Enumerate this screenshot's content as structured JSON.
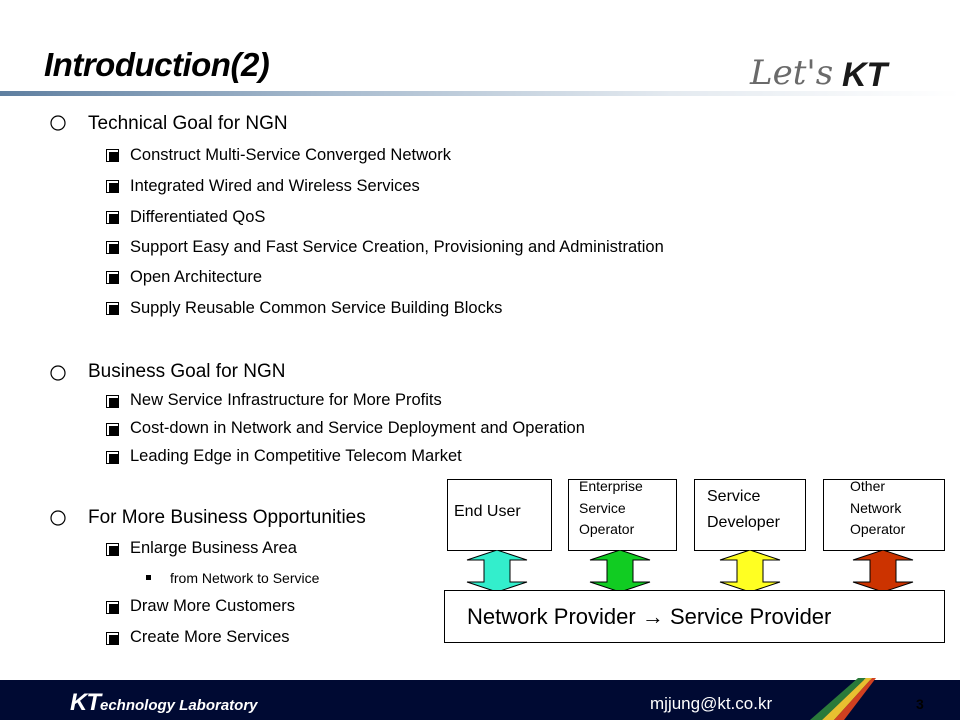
{
  "slide": {
    "title": "Introduction(2)",
    "sections": [
      {
        "heading": "Technical Goal for NGN",
        "items": [
          "Construct Multi-Service Converged Network",
          "Integrated Wired and Wireless Services",
          "Differentiated QoS",
          "Support Easy and Fast Service Creation, Provisioning and Administration",
          "Open Architecture",
          "Supply Reusable Common Service Building Blocks"
        ]
      },
      {
        "heading": "Business Goal for NGN",
        "items": [
          "New Service Infrastructure for More Profits",
          "Cost-down in Network and Service Deployment and Operation",
          "Leading Edge in Competitive Telecom Market"
        ]
      },
      {
        "heading": "For More Business Opportunities",
        "items": [
          "Enlarge Business Area",
          "from Network to Service",
          "Draw More Customers",
          "Create More Services"
        ]
      }
    ]
  },
  "diagram": {
    "boxes": [
      {
        "lines": [
          "End User"
        ]
      },
      {
        "lines": [
          "Enterprise",
          "Service",
          "Operator"
        ]
      },
      {
        "lines": [
          "Service",
          "Developer"
        ]
      },
      {
        "lines": [
          "Other",
          "Network",
          "Operator"
        ]
      }
    ],
    "provider_from": "Network Provider",
    "provider_arrow": "→",
    "provider_to": "Service Provider",
    "arrow_colors": [
      "#33eecc",
      "#11cc22",
      "#ffff22",
      "#cc3300"
    ]
  },
  "footer": {
    "brand_initials": "KT",
    "brand_rest": "echnology Laboratory",
    "email": "mjjung@kt.co.kr",
    "page": "3"
  },
  "logo": {
    "script": "Let's",
    "mark": "KT"
  }
}
